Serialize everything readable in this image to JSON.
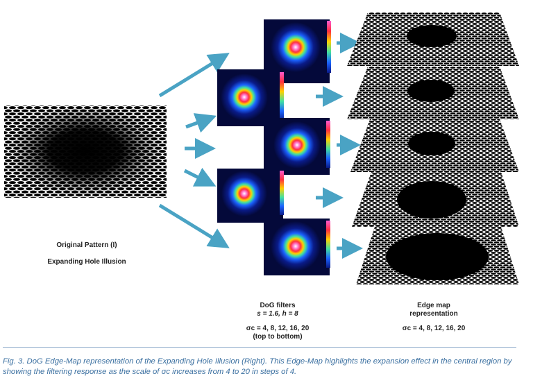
{
  "labels": {
    "original_title": "Original Pattern (I)",
    "original_subtitle": "Expanding Hole Illusion",
    "dog_title": "DoG filters",
    "dog_params": "s = 1.6, h = 8",
    "dog_sigma": "σc = 4, 8, 12, 16, 20",
    "dog_order": "(top to bottom)",
    "edge_title": "Edge map",
    "edge_subtitle": "representation",
    "edge_sigma": "σc = 4, 8, 12, 16, 20"
  },
  "caption": {
    "text": "Fig. 3. DoG Edge-Map representation of the Expanding Hole Illusion (Right). This Edge-Map highlights the expansion effect in the central region by showing the filtering response as the scale of σc  increases from 4 to 20 in steps of 4."
  },
  "sigma_values": [
    4,
    8,
    12,
    16,
    20
  ],
  "colors": {
    "arrow": "#4aa3c4",
    "caption": "#3a6fa0"
  }
}
